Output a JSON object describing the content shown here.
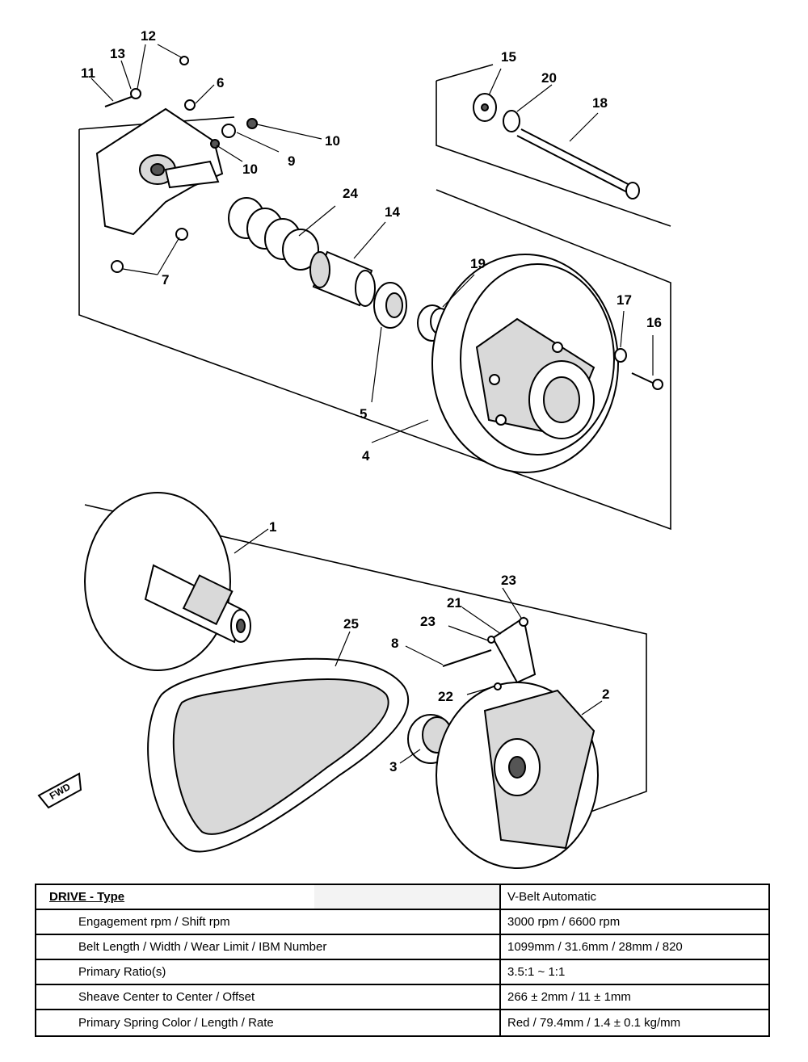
{
  "callouts": {
    "c1": "1",
    "c2": "2",
    "c3": "3",
    "c4": "4",
    "c5": "5",
    "c6": "6",
    "c7": "7",
    "c8": "8",
    "c9": "9",
    "c10a": "10",
    "c10b": "10",
    "c11": "11",
    "c12": "12",
    "c13": "13",
    "c14": "14",
    "c15": "15",
    "c16": "16",
    "c17": "17",
    "c18": "18",
    "c19": "19",
    "c20": "20",
    "c21": "21",
    "c22": "22",
    "c23a": "23",
    "c23b": "23",
    "c24": "24",
    "c25": "25"
  },
  "fwd_label": "FWD",
  "table": {
    "header": {
      "label": "DRIVE - Type",
      "value": "V-Belt Automatic"
    },
    "rows": [
      {
        "label": "Engagement rpm / Shift rpm",
        "value": "3000 rpm / 6600 rpm"
      },
      {
        "label": "Belt Length / Width / Wear Limit / IBM Number",
        "value": "1099mm / 31.6mm / 28mm / 820"
      },
      {
        "label": "Primary Ratio(s)",
        "value": "3.5:1 ~ 1:1"
      },
      {
        "label": "Sheave Center to Center / Offset",
        "value": "266 ± 2mm / 11 ± 1mm"
      },
      {
        "label": "Primary Spring Color / Length / Rate",
        "value": "Red / 79.4mm / 1.4 ± 0.1 kg/mm"
      }
    ]
  }
}
